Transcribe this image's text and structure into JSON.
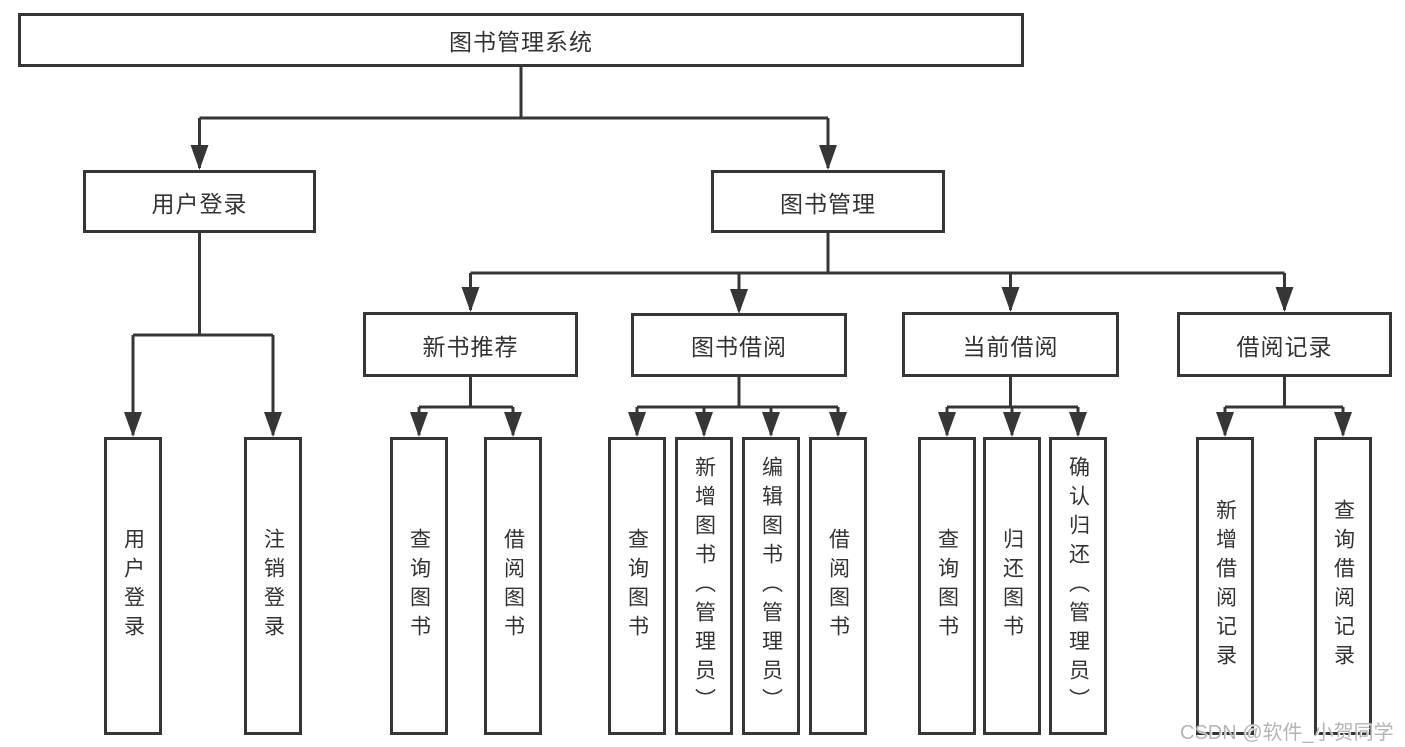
{
  "watermark": "CSDN @软件_小贺同学",
  "tree": {
    "root": {
      "label": "图书管理系统"
    },
    "branches": [
      {
        "label": "用户登录",
        "children": [
          {
            "label": "用户登录"
          },
          {
            "label": "注销登录"
          }
        ]
      },
      {
        "label": "图书管理",
        "children": [
          {
            "label": "新书推荐",
            "children": [
              {
                "label": "查询图书"
              },
              {
                "label": "借阅图书"
              }
            ]
          },
          {
            "label": "图书借阅",
            "children": [
              {
                "label": "查询图书"
              },
              {
                "label": "新增图书（管理员）"
              },
              {
                "label": "编辑图书（管理员）"
              },
              {
                "label": "借阅图书"
              }
            ]
          },
          {
            "label": "当前借阅",
            "children": [
              {
                "label": "查询图书"
              },
              {
                "label": "归还图书"
              },
              {
                "label": "确认归还（管理员）"
              }
            ]
          },
          {
            "label": "借阅记录",
            "children": [
              {
                "label": "新增借阅记录"
              },
              {
                "label": "查询借阅记录"
              }
            ]
          }
        ]
      }
    ]
  },
  "colors": {
    "line": "#363636",
    "text": "#333333",
    "watermark": "#b5b5b5",
    "background": "#ffffff"
  }
}
